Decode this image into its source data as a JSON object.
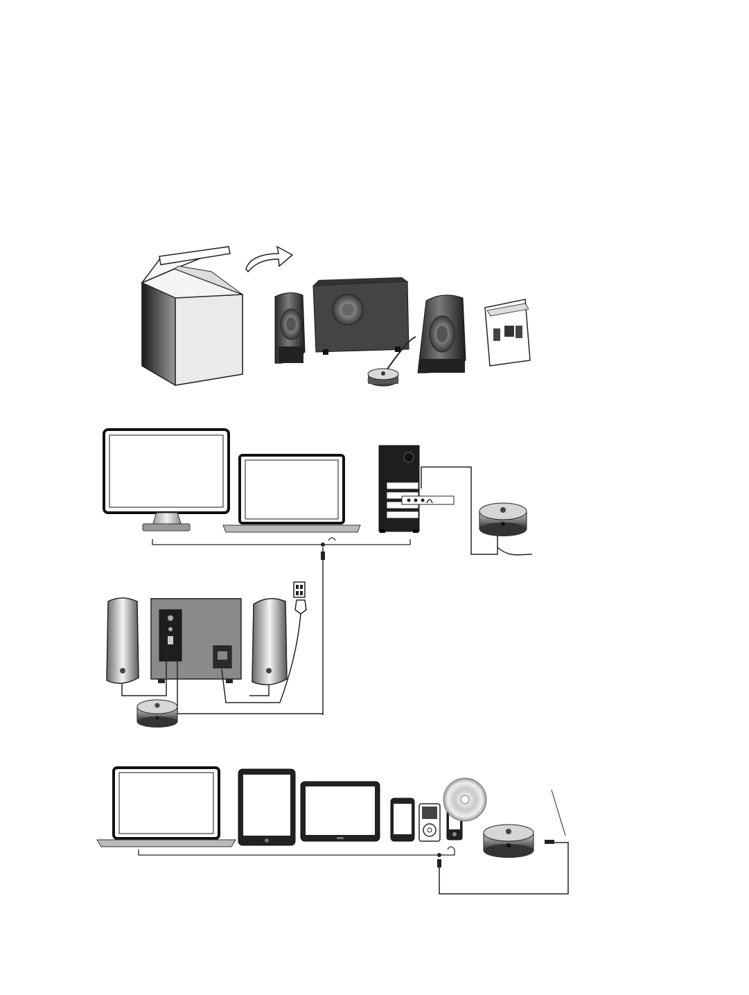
{
  "document": {
    "type": "speaker-setup-illustrations",
    "panels": [
      {
        "id": "unbox",
        "description_visible": false
      },
      {
        "id": "computer-connection",
        "description_visible": false
      },
      {
        "id": "speaker-connection",
        "description_visible": false
      },
      {
        "id": "mobile-connection",
        "description_visible": false
      }
    ]
  },
  "icons": [
    "box-icon",
    "arrow-icon",
    "speaker-icon",
    "subwoofer-icon",
    "control-pod-icon",
    "manual-icon",
    "monitor-icon",
    "laptop-icon",
    "desktop-tower-icon",
    "headphone-jack-icon",
    "power-outlet-icon",
    "power-plug-icon",
    "tablet-icon",
    "smartphone-icon",
    "mp3-player-icon",
    "cd-icon"
  ],
  "colors": {
    "line": "#222222",
    "dark": "#2b2b2b",
    "mid": "#777777",
    "light": "#e8e8e8"
  }
}
